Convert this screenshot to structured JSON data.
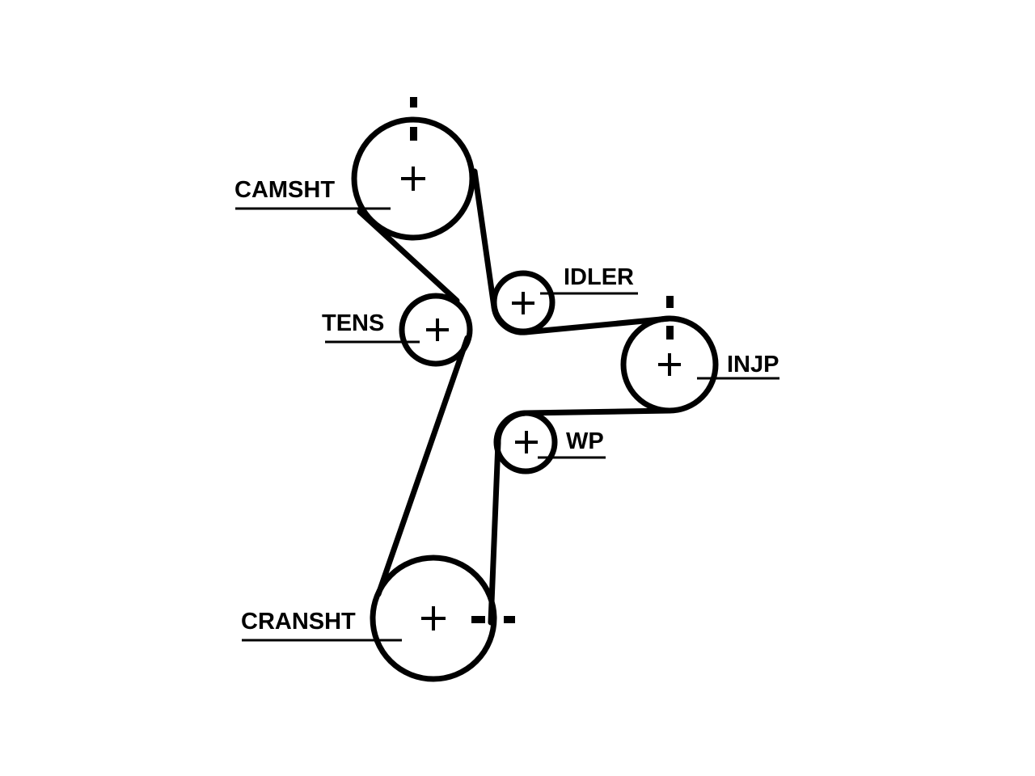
{
  "labels": {
    "camshaft": "CAMSHT",
    "tensioner": "TENS",
    "idler": "IDLER",
    "injection_pump": "INJP",
    "water_pump": "WP",
    "crankshaft": "CRANSHT"
  }
}
